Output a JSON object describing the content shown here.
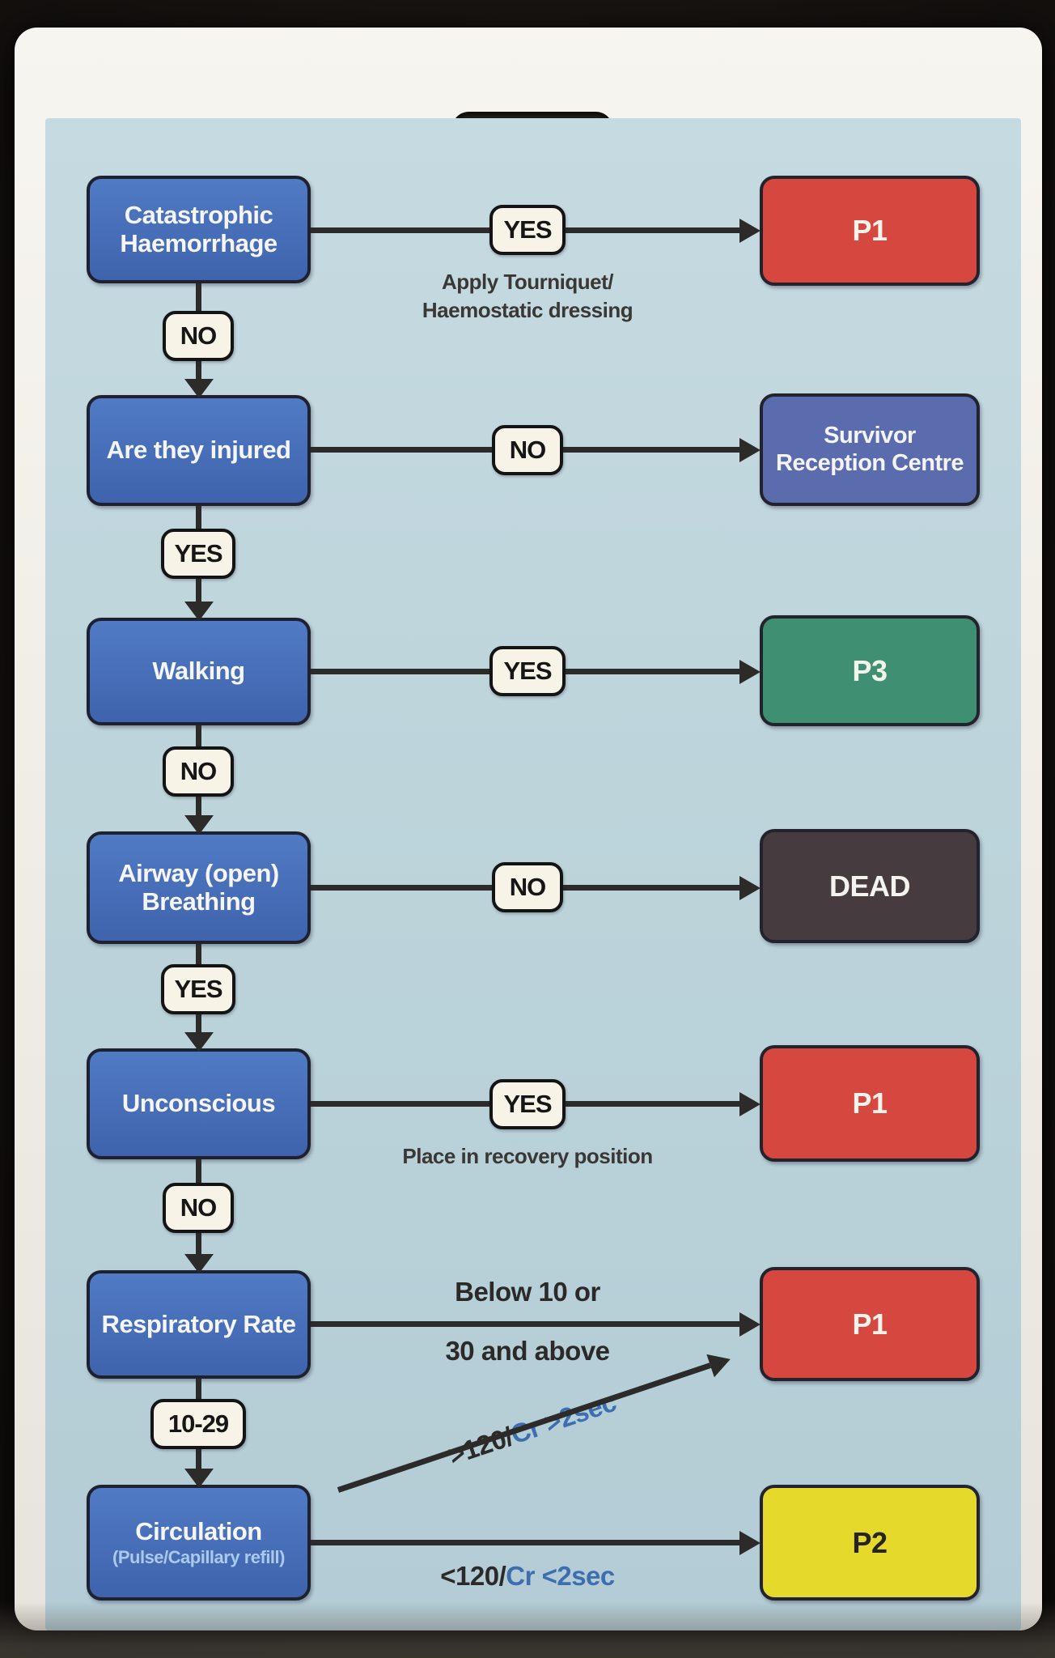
{
  "palette": {
    "card_background": "#f2efe9",
    "panel_background": "#bdd4db",
    "question_box": "#4669b5",
    "pill_background": "#f8f3e7",
    "arrow_color": "#2d2b29",
    "priority_p1_red": "#d6483f",
    "priority_p2_yellow": "#e5da2b",
    "priority_p3_green": "#3f8f72",
    "dead_dark": "#463c3f",
    "survivor_blue": "#5b6cae",
    "label_blue_text": "#3d6fb0"
  },
  "card": {
    "rows": [
      {
        "question": "Catastrophic Haemorrhage",
        "branch_label": "YES",
        "branch_note_line1": "Apply Tourniquet/",
        "branch_note_line2": "Haemostatic dressing",
        "result": "P1",
        "result_bg": "#d6483f",
        "result_fg": "#f8f4ed",
        "down_label": "NO"
      },
      {
        "question": "Are they injured",
        "branch_label": "NO",
        "result": "Survivor Reception Centre",
        "result_bg": "#5b6cae",
        "result_fg": "#f4f3f7",
        "down_label": "YES"
      },
      {
        "question": "Walking",
        "branch_label": "YES",
        "result": "P3",
        "result_bg": "#3f8f72",
        "result_fg": "#f3f5ea",
        "down_label": "NO"
      },
      {
        "question": "Airway (open) Breathing",
        "branch_label": "NO",
        "result": "DEAD",
        "result_bg": "#463c3f",
        "result_fg": "#f5f3f0",
        "down_label": "YES"
      },
      {
        "question": "Unconscious",
        "branch_label": "YES",
        "branch_note_line1": "Place in recovery position",
        "result": "P1",
        "result_bg": "#d6483f",
        "result_fg": "#f8f4ed",
        "down_label": "NO"
      },
      {
        "question": "Respiratory Rate",
        "branch_label_above": "Below 10 or",
        "branch_label_below": "30 and above",
        "result": "P1",
        "result_bg": "#d6483f",
        "result_fg": "#f8f4ed",
        "down_label": "10-29"
      },
      {
        "question": "Circulation",
        "question_sub": "(Pulse/Capillary refill)",
        "branch_up_black": ">120/",
        "branch_up_blue": "Cr >2sec",
        "branch_low_black": "<120/",
        "branch_low_blue": "Cr <2sec",
        "result": "P2",
        "result_bg": "#e5da2b",
        "result_fg": "#26251d"
      }
    ]
  }
}
